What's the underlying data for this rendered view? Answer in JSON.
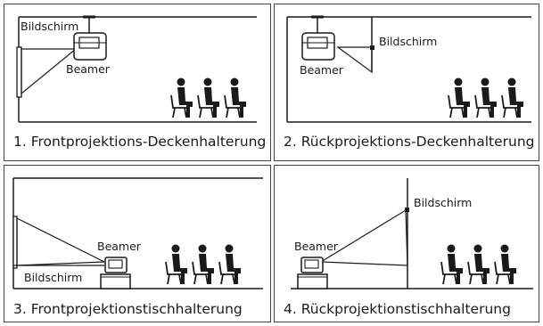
{
  "panels": [
    {
      "caption": "1. Frontprojektions-Deckenhalterung",
      "screen_label": "Bildschirm",
      "projector_label": "Beamer"
    },
    {
      "caption": "2. Rückprojektions-Deckenhalterung",
      "screen_label": "Bildschirm",
      "projector_label": "Beamer"
    },
    {
      "caption": "3. Frontprojektionstischhalterung",
      "screen_label": "Bildschirm",
      "projector_label": "Beamer"
    },
    {
      "caption": "4. Rückprojektionstischhalterung",
      "screen_label": "Bildschirm",
      "projector_label": "Beamer"
    }
  ]
}
